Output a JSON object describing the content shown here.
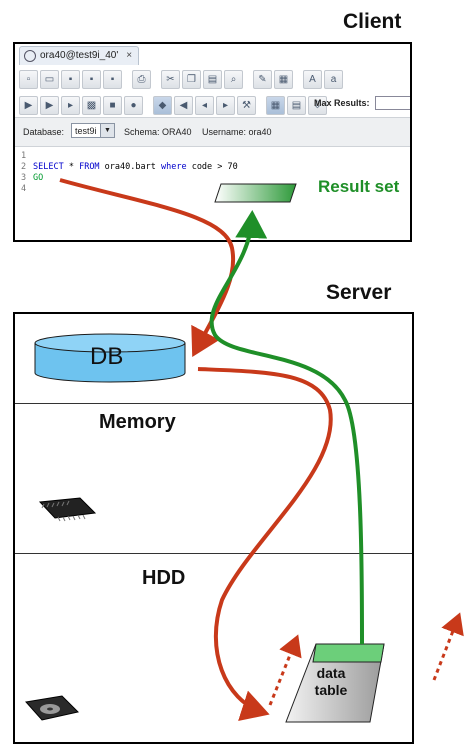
{
  "client": {
    "heading": "Client",
    "tab_label": "ora40@test9i_40'",
    "max_results_label": "Max Results:",
    "database_label": "Database:",
    "database_value": "test9i",
    "schema_text": "Schema: ORA40",
    "username_text": "Username: ora40",
    "code_lines": [
      {
        "num": "1",
        "text": ""
      },
      {
        "num": "2",
        "keyword1": "SELECT",
        "rest1": " * ",
        "keyword2": "FROM",
        "rest2": " ora40.bart ",
        "keyword3": "where",
        "rest3": " code > 70"
      },
      {
        "num": "3",
        "go": "GO"
      },
      {
        "num": "4",
        "text": ""
      }
    ],
    "result_set_label": "Result set"
  },
  "server": {
    "heading": "Server",
    "db_label": "DB",
    "memory_label": "Memory",
    "hdd_label": "HDD",
    "data_table_label": "data table"
  },
  "colors": {
    "request_arrow": "#c8391a",
    "result_arrow": "#1f8f28",
    "db_fill": "#6ec3ef",
    "table_top": "#6ccf7a"
  }
}
